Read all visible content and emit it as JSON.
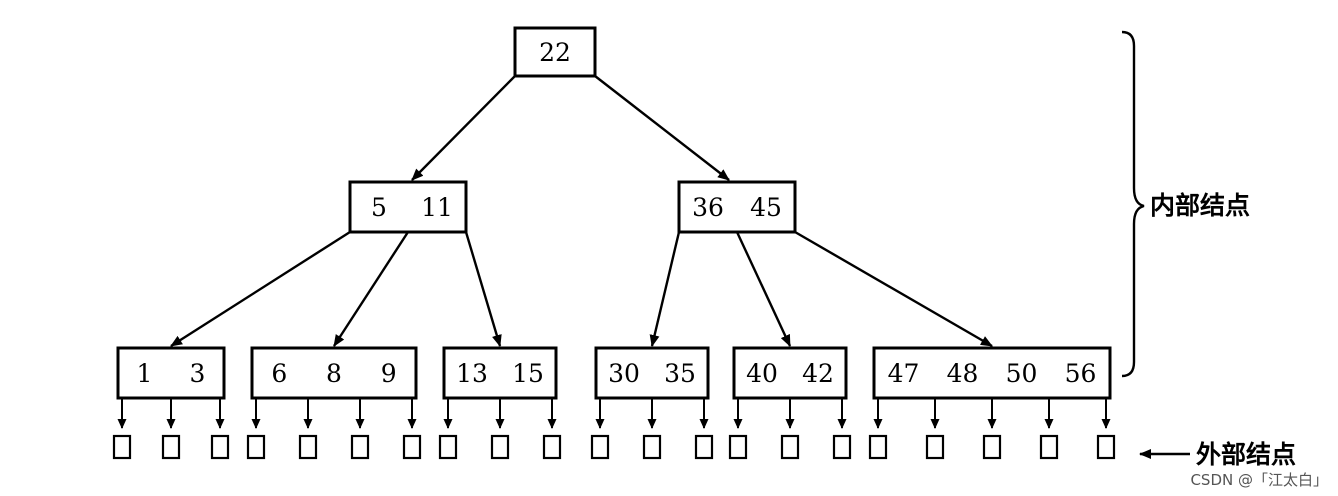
{
  "tree": {
    "root": {
      "keys": [
        "22"
      ]
    },
    "level1": [
      {
        "keys": [
          "5",
          "11"
        ]
      },
      {
        "keys": [
          "36",
          "45"
        ]
      }
    ],
    "level2": [
      {
        "keys": [
          "1",
          "3"
        ]
      },
      {
        "keys": [
          "6",
          "8",
          "9"
        ]
      },
      {
        "keys": [
          "13",
          "15"
        ]
      },
      {
        "keys": [
          "30",
          "35"
        ]
      },
      {
        "keys": [
          "40",
          "42"
        ]
      },
      {
        "keys": [
          "47",
          "48",
          "50",
          "56"
        ]
      }
    ]
  },
  "labels": {
    "internal": "内部结点",
    "external": "外部结点"
  },
  "watermark": "CSDN @「江太白」",
  "colors": {
    "stroke": "#000000",
    "background": "#ffffff"
  }
}
